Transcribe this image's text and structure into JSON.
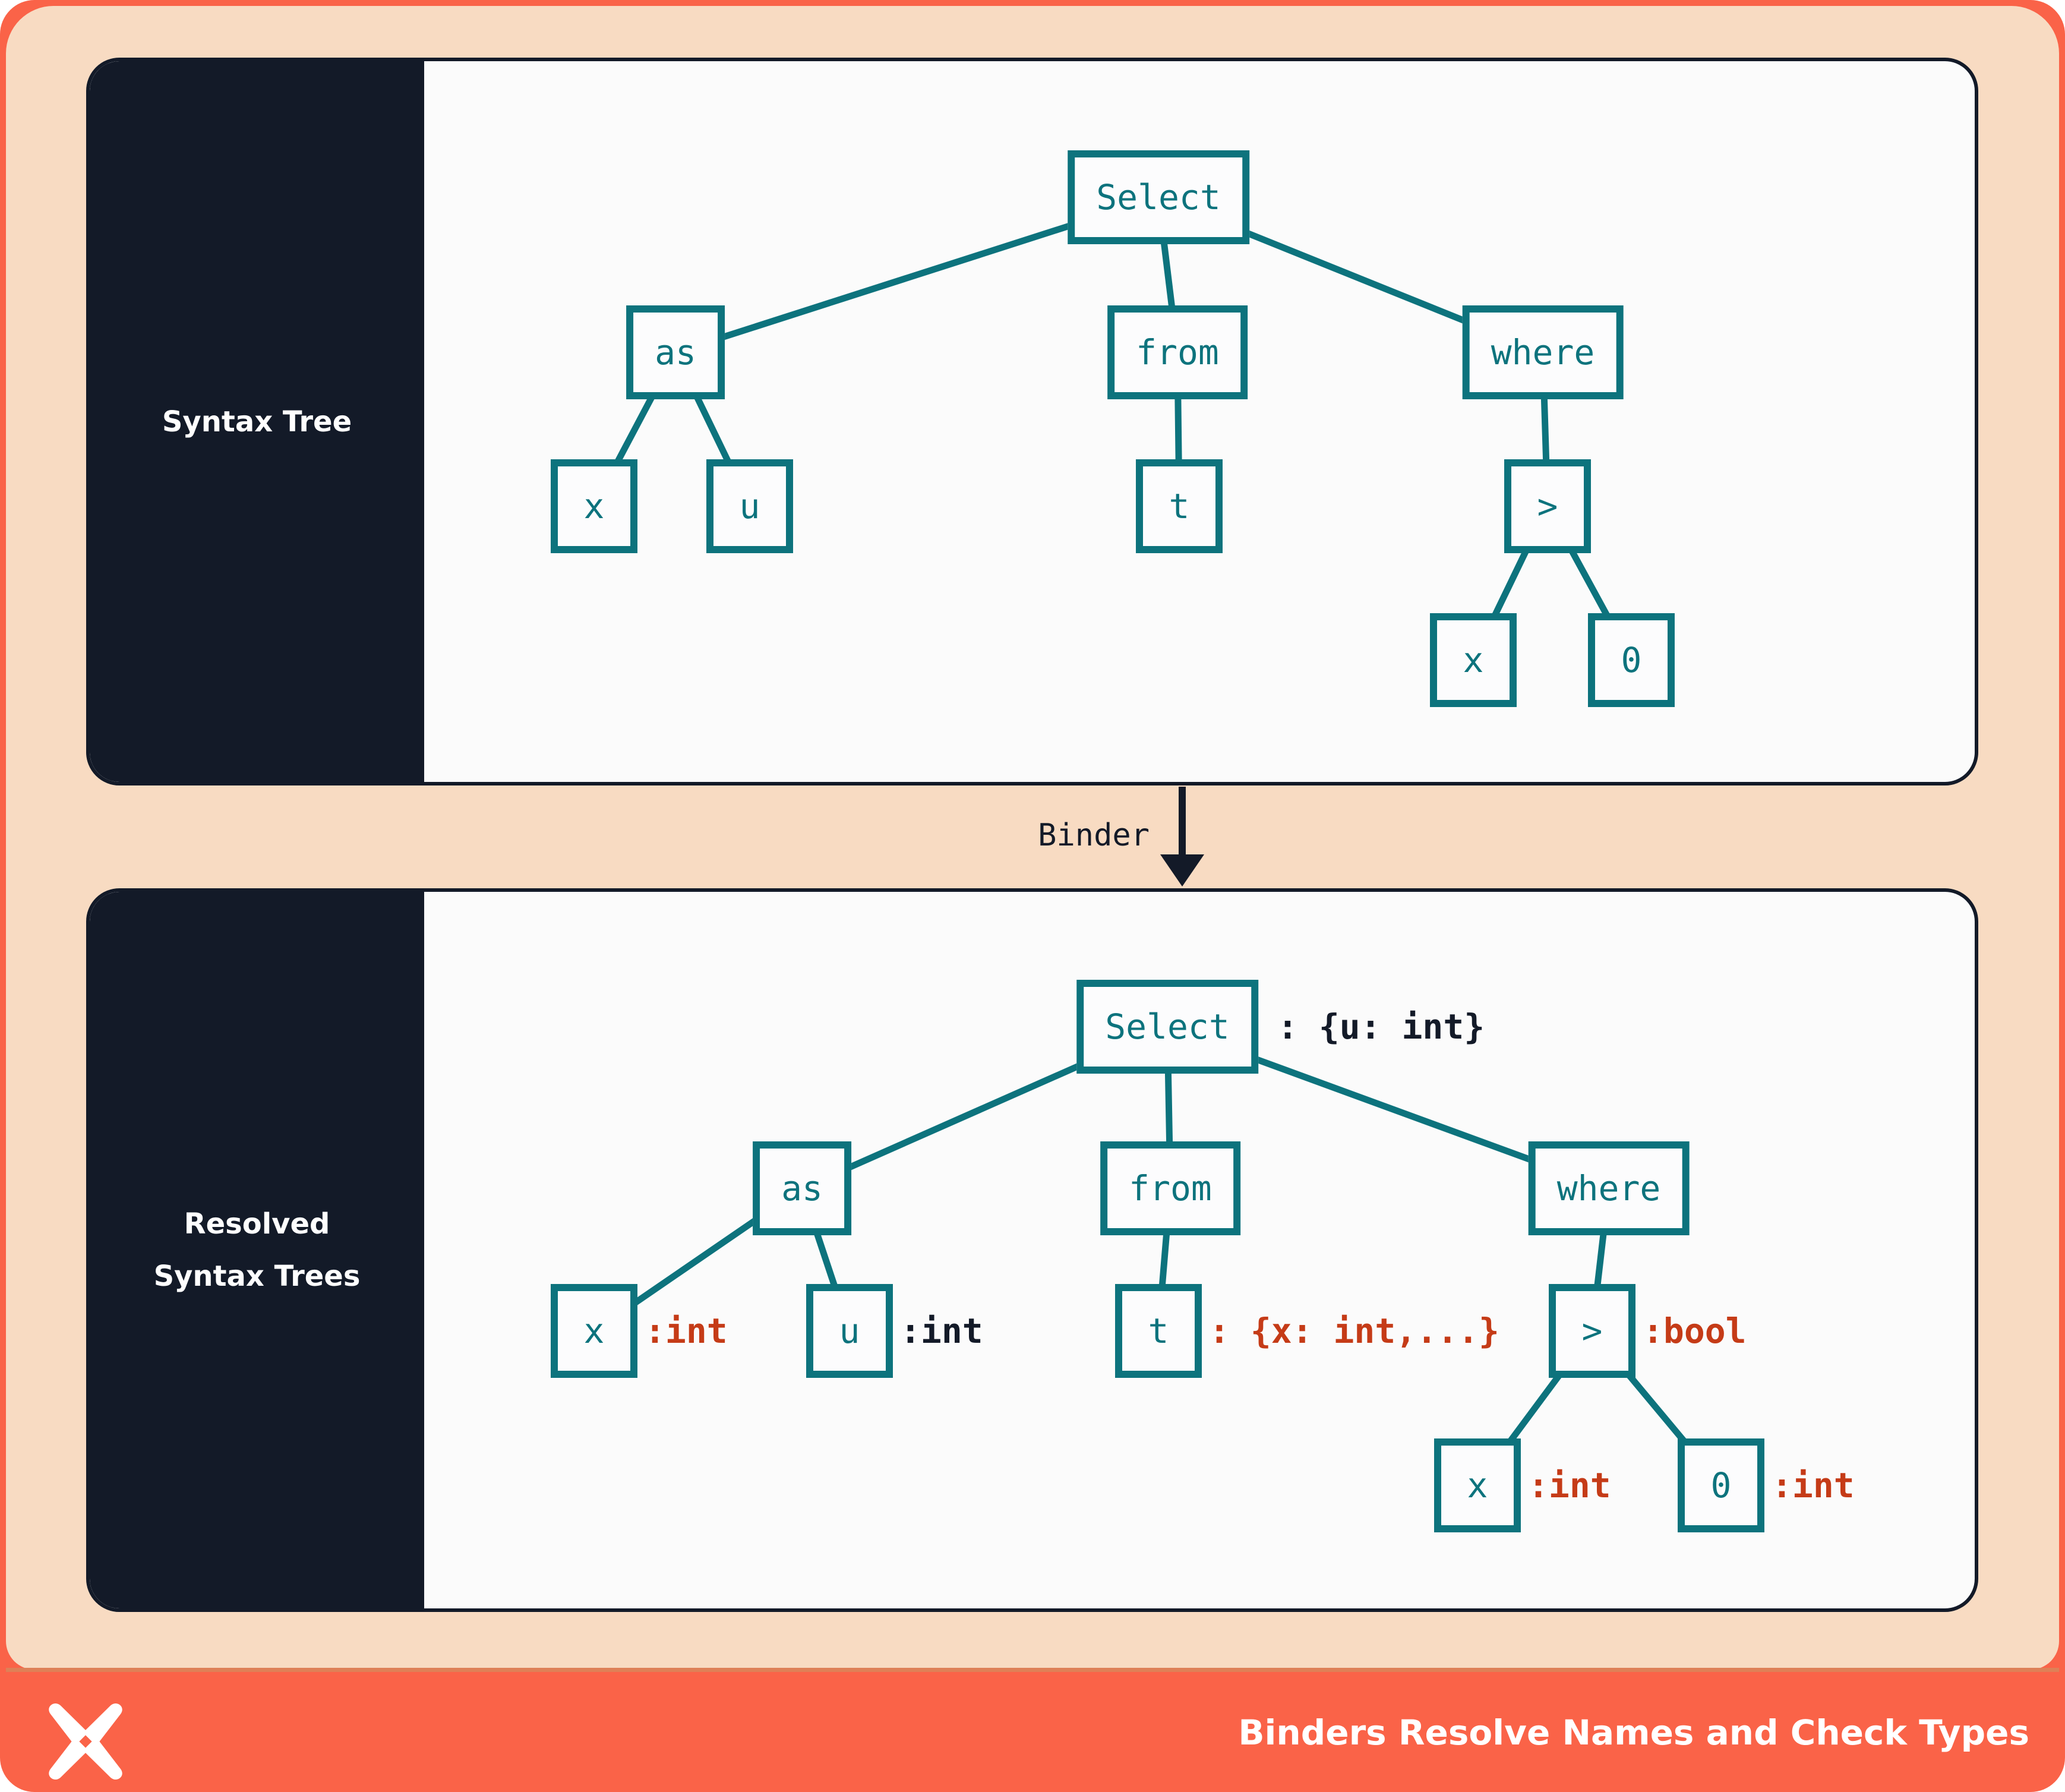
{
  "trees": {
    "syntax": {
      "panel_label_lines": {
        "0": "Syntax Tree"
      },
      "nodes": {
        "select": {
          "label": "Select"
        },
        "as": {
          "label": "as"
        },
        "from": {
          "label": "from"
        },
        "where": {
          "label": "where"
        },
        "x_as": {
          "label": "x"
        },
        "u_as": {
          "label": "u"
        },
        "t": {
          "label": "t"
        },
        "gt": {
          "label": ">"
        },
        "x_gt": {
          "label": "x"
        },
        "zero": {
          "label": "0"
        }
      }
    },
    "resolved": {
      "panel_label_lines": {
        "0": "Resolved",
        "1": "Syntax Trees"
      },
      "nodes": {
        "select": {
          "label": "Select",
          "type": ": {u: int}",
          "type_color": "#131a28"
        },
        "as": {
          "label": "as"
        },
        "from": {
          "label": "from"
        },
        "where": {
          "label": "where"
        },
        "x_as": {
          "label": "x",
          "type": ":int",
          "type_color": "#c53b17"
        },
        "u_as": {
          "label": "u",
          "type": ":int",
          "type_color": "#131a28"
        },
        "t": {
          "label": "t",
          "type": ": {x: int,...}",
          "type_color": "#c53b17"
        },
        "gt": {
          "label": ">",
          "type": ":bool",
          "type_color": "#c53b17"
        },
        "x_gt": {
          "label": "x",
          "type": ":int",
          "type_color": "#c53b17"
        },
        "zero": {
          "label": "0",
          "type": ":int",
          "type_color": "#c53b17"
        }
      }
    }
  },
  "binder": {
    "label": "Binder"
  },
  "footer": {
    "title": "Binders Resolve Names and Check Types",
    "logo_icon": "pinwheel-x-logo"
  },
  "colors": {
    "accent_teal": "#0d737d",
    "type_error_red": "#c53b17",
    "navy": "#131a28",
    "peach_background": "#f8dbc2",
    "orange_frame": "#fa6348",
    "panel_background": "#fbfbfb"
  }
}
